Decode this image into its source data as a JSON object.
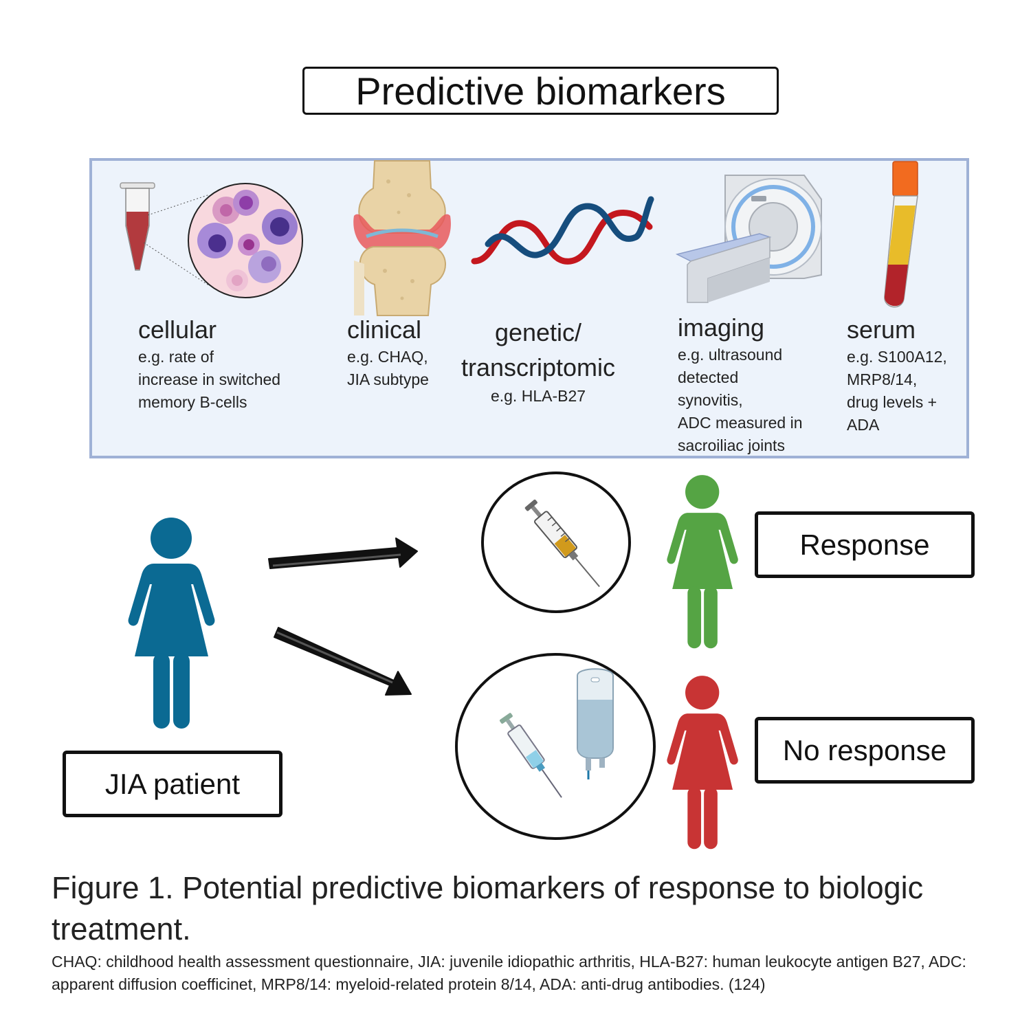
{
  "title": "Predictive biomarkers",
  "categories": [
    {
      "id": "cellular",
      "title": "cellular",
      "desc": "e.g. rate of\nincrease in switched\nmemory B-cells",
      "icon": "microtube-cells-icon"
    },
    {
      "id": "clinical",
      "title": "clinical",
      "desc": "e.g. CHAQ,\nJIA subtype",
      "icon": "knee-joint-icon"
    },
    {
      "id": "genetic",
      "title": "genetic/\ntranscriptomic",
      "desc": "e.g. HLA-B27",
      "icon": "dna-helix-icon"
    },
    {
      "id": "imaging",
      "title": "imaging",
      "desc": "e.g. ultrasound\ndetected\nsynovitis,\nADC measured in\nsacroiliac joints",
      "icon": "mri-scanner-icon"
    },
    {
      "id": "serum",
      "title": "serum",
      "desc": "e.g. S100A12,\nMRP8/14,\ndrug levels +\nADA",
      "icon": "blood-tube-icon"
    }
  ],
  "patient_label": "JIA patient",
  "outcomes": {
    "response": "Response",
    "no_response": "No response"
  },
  "colors": {
    "patient": "#0b6a93",
    "response": "#55a444",
    "no_response": "#c83434",
    "panel_bg": "#edf3fb",
    "panel_border": "#9fb1d6"
  },
  "caption": {
    "title": "Figure 1.  Potential predictive biomarkers of response to biologic treatment.",
    "note": "CHAQ: childhood health assessment questionnaire, JIA: juvenile idiopathic arthritis, HLA-B27: human leukocyte antigen B27, ADC: apparent diffusion coefficinet, MRP8/14: myeloid-related protein 8/14, ADA: anti-drug antibodies. (124)"
  }
}
